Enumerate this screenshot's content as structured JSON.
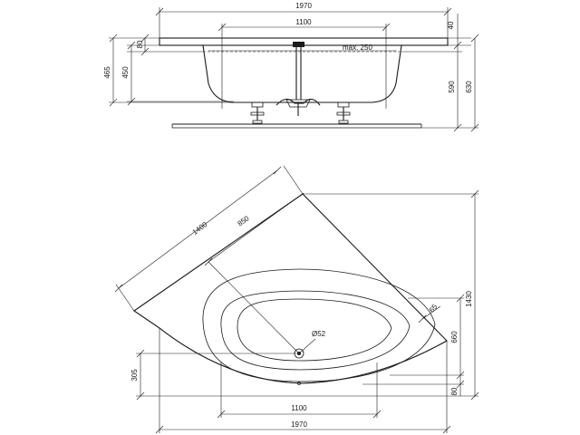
{
  "side_view": {
    "width_total": "1970",
    "drain_distance": "1100",
    "rim_thickness": "40",
    "rim_depth": "80",
    "water_depth_max": "max. 250",
    "depth_inner": "450",
    "depth_outer": "465",
    "height_inner": "590",
    "height_total": "630"
  },
  "plan_view": {
    "side_length": "1400",
    "diagonal_inner": "850",
    "height_total": "1430",
    "inner_depth": "660",
    "rim_offset": "65",
    "bottom_rim": "80",
    "drain_offset": "305",
    "drain_diameter": "Ø52",
    "inner_width": "1100",
    "total_width": "1970"
  }
}
